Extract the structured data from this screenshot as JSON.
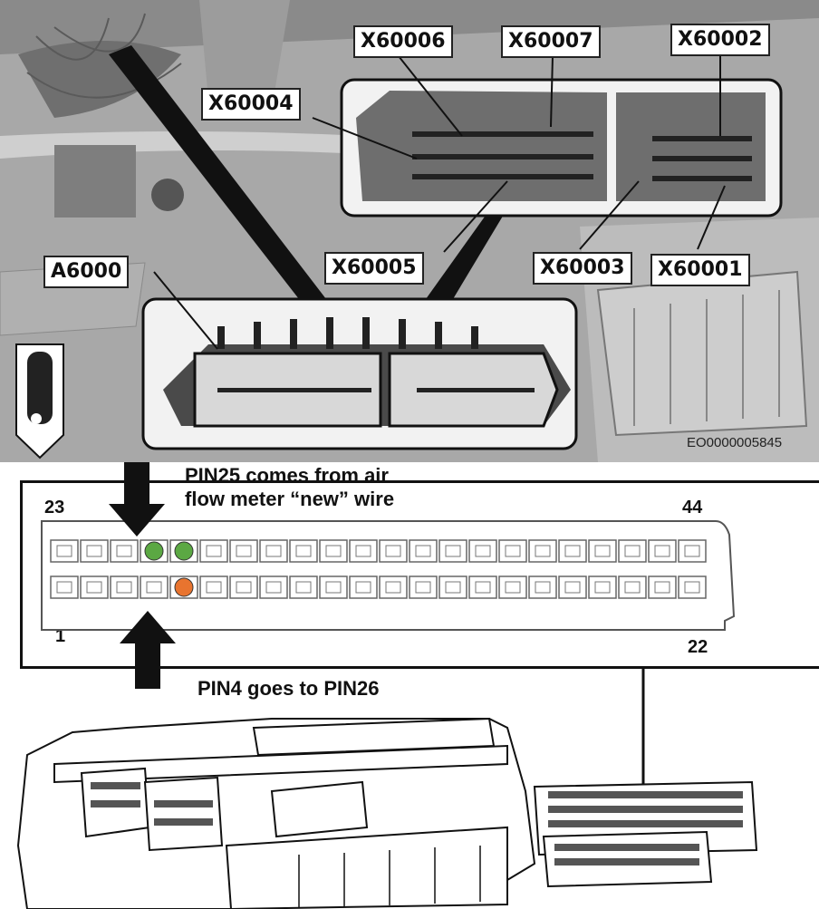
{
  "photo": {
    "callouts": {
      "x60006": "X60006",
      "x60007": "X60007",
      "x60002": "X60002",
      "x60004": "X60004",
      "a6000": "A6000",
      "x60005": "X60005",
      "x60003": "X60003",
      "x60001": "X60001"
    },
    "figure_id": "EO0000005845"
  },
  "pin_diagram": {
    "label_top_left": "23",
    "label_top_right": "44",
    "label_bottom_left": "1",
    "label_bottom_right": "22",
    "top_row_count": 22,
    "bottom_row_count": 22,
    "highlighted_top_positions": [
      4,
      5
    ],
    "highlighted_bottom_positions": [
      5
    ],
    "colors": {
      "green": "#5ba843",
      "orange": "#e8742f"
    }
  },
  "annotations": {
    "pin25_note_line1": "PIN25 comes from air",
    "pin25_note_line2": "flow meter “new” wire",
    "pin4_note": "PIN4 goes to PIN26"
  }
}
